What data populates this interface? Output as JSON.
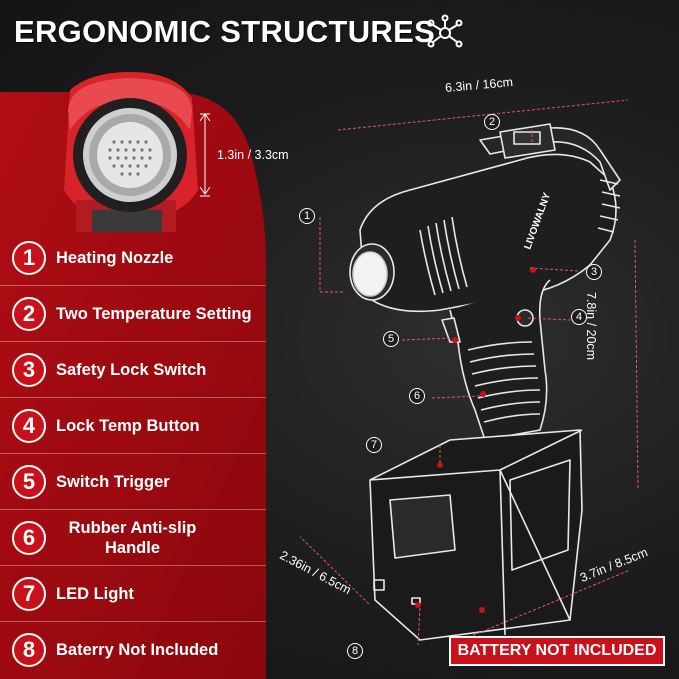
{
  "header": {
    "title": "ERGONOMIC STRUCTURES"
  },
  "brand": "LIVOWALNY",
  "dimensions": {
    "length": "6.3in / 16cm",
    "height": "7.8in / 20cm",
    "nozzle": "1.3in / 3.3cm",
    "width": "2.36in / 6.5cm",
    "depth": "3.7in / 8.5cm"
  },
  "features": [
    {
      "num": "1",
      "label": "Heating Nozzle"
    },
    {
      "num": "2",
      "label": "Two Temperature Setting"
    },
    {
      "num": "3",
      "label": "Safety Lock Switch"
    },
    {
      "num": "4",
      "label": "Lock Temp Button"
    },
    {
      "num": "5",
      "label": "Switch Trigger"
    },
    {
      "num": "6",
      "label": "Rubber Anti-slip Handle"
    },
    {
      "num": "7",
      "label": "LED Light"
    },
    {
      "num": "8",
      "label": "Baterry Not Included"
    }
  ],
  "callouts": [
    "1",
    "2",
    "3",
    "4",
    "5",
    "6",
    "7",
    "8"
  ],
  "badge": "BATTERY NOT INCLUDED",
  "colors": {
    "accent": "#c8111a",
    "background": "#1c1c1c",
    "line": "#ffffff"
  },
  "icons": {
    "title_icon": "network-nodes-icon"
  }
}
